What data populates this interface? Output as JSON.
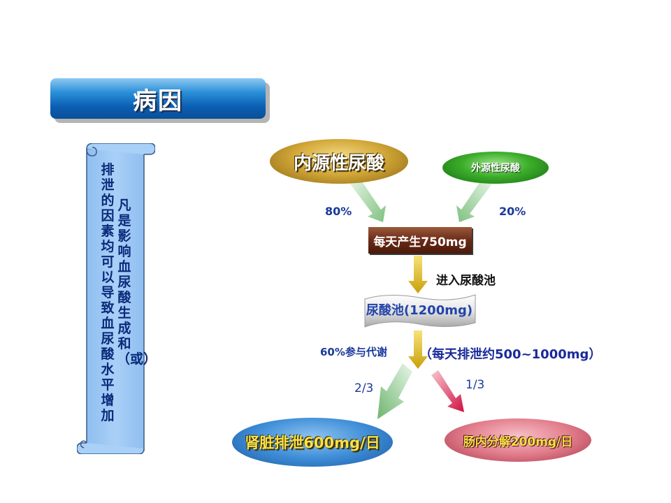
{
  "title": "病因",
  "scroll": {
    "columns": [
      "排泄的因素均可以导致血尿酸水平增加",
      "凡是影响血尿酸生成和（或）"
    ]
  },
  "nodes": {
    "endogenous": "内源性尿酸",
    "exogenous": "外源性尿酸",
    "daily_production": "每天产生750mg",
    "pool": "尿酸池(1200mg)",
    "kidney": "肾脏排泄600mg/日",
    "intestine": "肠内分解200mg/日"
  },
  "labels": {
    "endo_pct": "80%",
    "exo_pct": "20%",
    "enter_pool": "进入尿酸池",
    "metabolism": "60%参与代谢",
    "daily_excretion": "（每天排泄约500~1000mg）",
    "kidney_fraction": "2/3",
    "intestine_fraction": "1/3"
  }
}
